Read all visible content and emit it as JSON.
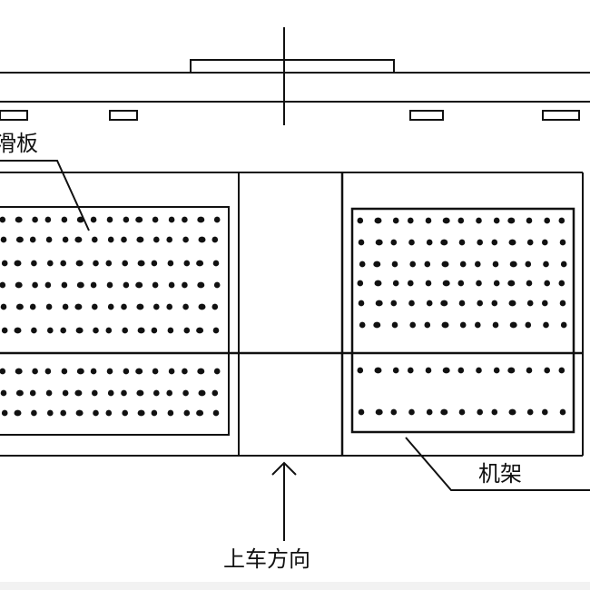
{
  "labels": {
    "slide_plate": "滑板",
    "frame": "机架",
    "boarding_direction": "上车方向"
  },
  "colors": {
    "line": "#111111",
    "background": "#ffffff"
  }
}
